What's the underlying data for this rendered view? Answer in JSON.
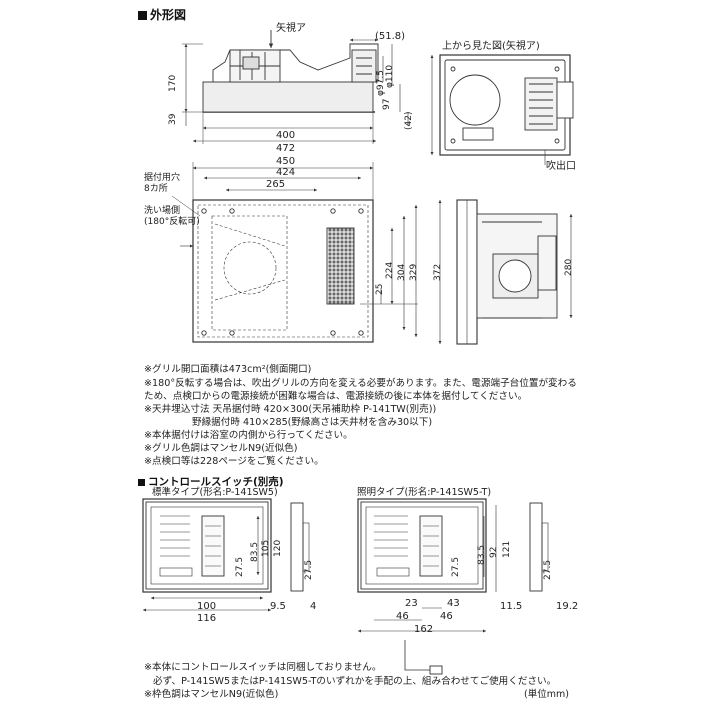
{
  "section_outline": "外形図",
  "labels": {
    "arrow_a": "矢視ア",
    "top_view": "上から見た図(矢視ア)",
    "outlet": "吹出口",
    "holes_line1": "据付用穴",
    "holes_line2": "8カ所",
    "wash_line1": "洗い場側",
    "wash_line2": "(180°反転可)"
  },
  "dims": {
    "d51_8": "(51.8)",
    "d170": "170",
    "d39": "39",
    "d400": "400",
    "d472": "472",
    "d97_5": "φ97.5",
    "d110": "φ110",
    "d97": "97",
    "d42": "(42)",
    "d450": "450",
    "d424": "424",
    "d265": "265",
    "d25": "25",
    "d224": "224",
    "d304": "304",
    "d329": "329",
    "d372": "372",
    "d280": "280"
  },
  "notes": [
    "※グリル開口面積は473cm²(側面開口)",
    "※180°反転する場合は、吹出グリルの方向を変える必要があります。また、電源端子台位置が変わる",
    "ため、点検口からの電源接続が困難な場合は、電源接続の後に本体を据付してください。",
    "※天井埋込寸法 天吊据付時 420×300(天吊補助枠 P-141TW(別売))",
    "野縁据付時 410×285(野縁高さは天井材を含み30以下)",
    "※本体据付けは浴室の内側から行ってください。",
    "※グリル色調はマンセルN9(近似色)",
    "※点検口等は228ページをご覧ください。"
  ],
  "section_switch": "コントロールスイッチ(別売)",
  "switch_std": {
    "title": "標準タイプ(形名:P-141SW5)",
    "d83_5": "83.5",
    "d105": "105",
    "d120": "120",
    "d27_5a": "27.5",
    "d27_5b": "27.5",
    "d100": "100",
    "d116": "116",
    "d9_5": "9.5",
    "d4": "4"
  },
  "switch_light": {
    "title": "照明タイプ(形名:P-141SW5-T)",
    "d83_5": "83.5",
    "d92": "92",
    "d121": "121",
    "d27_5a": "27.5",
    "d27_5b": "27.5",
    "d23": "23",
    "d43": "43",
    "d46a": "46",
    "d46b": "46",
    "d162": "162",
    "d11_5": "11.5",
    "d19_2": "19.2"
  },
  "footnotes": [
    "※本体にコントロールスイッチは同梱しておりません。",
    "必ず、P-141SW5またはP-141SW5-Tのいずれかを手配の上、組み合わせてご使用ください。",
    "※枠色調はマンセルN9(近似色)"
  ],
  "unit": "(単位mm)"
}
